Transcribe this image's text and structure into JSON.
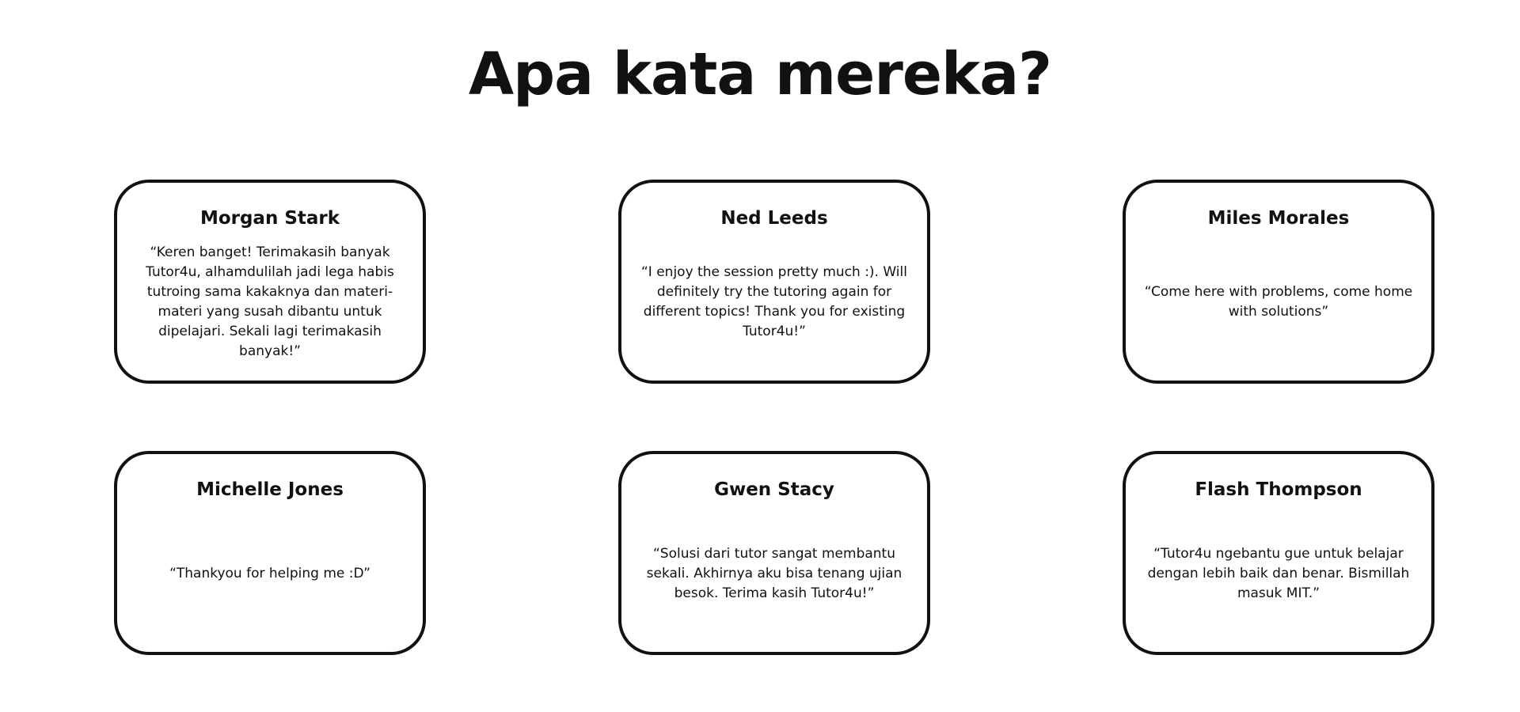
{
  "heading": "Apa kata mereka?",
  "testimonials": [
    {
      "name": "Morgan Stark",
      "quote": "“Keren banget! Terimakasih banyak Tutor4u, alhamdulilah jadi lega habis tutroing sama kakaknya dan materi-materi yang susah dibantu untuk dipelajari. Sekali lagi terimakasih banyak!”"
    },
    {
      "name": "Ned Leeds",
      "quote": "“I enjoy the session pretty much :). Will definitely try the tutoring again for different topics! Thank you for existing Tutor4u!”"
    },
    {
      "name": "Miles Morales",
      "quote": "“Come here with problems, come home with solutions”"
    },
    {
      "name": "Michelle Jones",
      "quote": "“Thankyou for helping me :D”"
    },
    {
      "name": "Gwen Stacy",
      "quote": "“Solusi dari tutor sangat membantu sekali. Akhirnya aku bisa tenang ujian besok. Terima kasih Tutor4u!”"
    },
    {
      "name": "Flash Thompson",
      "quote": "“Tutor4u ngebantu gue untuk belajar dengan lebih baik dan benar. Bismillah masuk MIT.”"
    }
  ]
}
